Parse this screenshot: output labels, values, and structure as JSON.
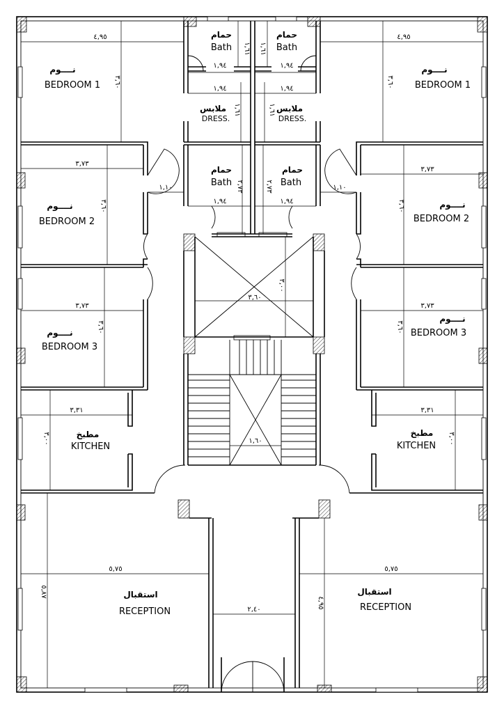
{
  "rooms": {
    "bedroom1_left": {
      "ar": "نــــوم",
      "en": "BEDROOM 1"
    },
    "bedroom1_right": {
      "ar": "نــــوم",
      "en": "BEDROOM 1"
    },
    "bedroom2_left": {
      "ar": "نــــوم",
      "en": "BEDROOM 2"
    },
    "bedroom2_right": {
      "ar": "نــــوم",
      "en": "BEDROOM 2"
    },
    "bedroom3_left": {
      "ar": "نــــوم",
      "en": "BEDROOM 3"
    },
    "bedroom3_right": {
      "ar": "نــــوم",
      "en": "BEDROOM 3"
    },
    "bath_top_left": {
      "ar": "حمام",
      "en": "Bath"
    },
    "bath_top_right": {
      "ar": "حمام",
      "en": "Bath"
    },
    "bath_mid_left": {
      "ar": "حمام",
      "en": "Bath"
    },
    "bath_mid_right": {
      "ar": "حمام",
      "en": "Bath"
    },
    "dress_left": {
      "ar": "ملابس",
      "en": "DRESS."
    },
    "dress_right": {
      "ar": "ملابس",
      "en": "DRESS."
    },
    "kitchen_left": {
      "ar": "مطبخ",
      "en": "KITCHEN"
    },
    "kitchen_right": {
      "ar": "مطبخ",
      "en": "KITCHEN"
    },
    "reception_left": {
      "ar": "استقبال",
      "en": "RECEPTION"
    },
    "reception_right": {
      "ar": "استقبال",
      "en": "RECEPTION"
    }
  },
  "dims": {
    "bed1_w_left": "٤,٩٥",
    "bed1_w_right": "٤,٩٥",
    "bed1_h_left": "٣,٦٠",
    "bed1_h_right": "٣,٦٠",
    "bath_h_tl": "١,٦١",
    "bath_h_tr": "١,٦١",
    "bath_w_tl": "١,٩٤",
    "bath_w_tr": "١,٩٤",
    "dress_w_l": "١,٩٤",
    "dress_w_r": "١,٩٤",
    "dress_h_l": "١,٦١",
    "dress_h_r": "١,٦١",
    "bed2_w_left": "٣,٧٣",
    "bed2_w_right": "٣,٧٣",
    "bed2_h_left": "٣,٦٠",
    "bed2_h_right": "٣,٦٠",
    "corr_left": "١,١٠",
    "corr_right": "١,١٠",
    "bath_mid_h_l": "٢,٧٣",
    "bath_mid_h_r": "٢,٧٣",
    "bath_mid_w_l": "١,٩٤",
    "bath_mid_w_r": "١,٩٤",
    "bed3_w_left": "٣,٧٣",
    "bed3_w_right": "٣,٧٣",
    "bed3_h_left": "٣,٦٠",
    "bed3_h_right": "٣,٦٠",
    "shaft_w": "٣,٦٠",
    "shaft_h": "٣,٠٠",
    "kit_w_left": "٣,٣١",
    "kit_w_right": "٣,٣١",
    "kit_h_left": "٣,٠٠",
    "kit_h_right": "٣,٠٠",
    "stair_w": "١,٦٠",
    "rec_w_left": "٥,٧٥",
    "rec_w_right": "٥,٧٥",
    "rec_h_left": "٥,٨٧",
    "rec_h_right": "٤,٩٥",
    "entry_w": "٢,٤٠"
  }
}
